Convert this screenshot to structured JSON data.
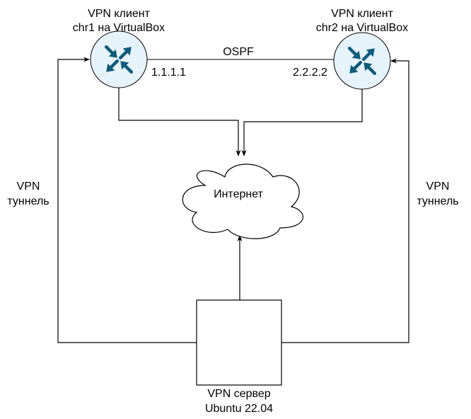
{
  "nodes": {
    "router1": {
      "title_line1": "VPN клиент",
      "title_line2": "chr1 на VirtualBox",
      "ip": "1.1.1.1",
      "icon": "router-icon"
    },
    "router2": {
      "title_line1": "VPN клиент",
      "title_line2": "chr2 на VirtualBox",
      "ip": "2.2.2.2",
      "icon": "router-icon"
    },
    "cloud": {
      "label": "Интернет",
      "icon": "cloud-icon"
    },
    "server": {
      "label_line1": "VPN сервер",
      "label_line2": "Ubuntu 22.04"
    }
  },
  "links": {
    "ospf": "OSPF",
    "tunnel_left": {
      "line1": "VPN",
      "line2": "туннель"
    },
    "tunnel_right": {
      "line1": "VPN",
      "line2": "туннель"
    }
  },
  "colors": {
    "router_fill": "#e6f3fa",
    "router_arrow": "#0f5b7d",
    "line": "#000000"
  }
}
